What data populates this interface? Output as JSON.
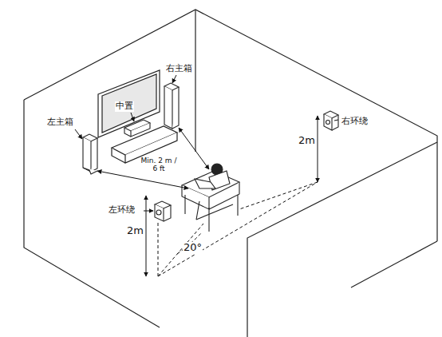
{
  "diagram": {
    "labels": [
      "左主箱",
      "中置",
      "右主箱",
      "右环绕",
      "左环绕",
      "2m",
      "2m",
      "Min. 2 m / 6 ft",
      "20°"
    ]
  }
}
